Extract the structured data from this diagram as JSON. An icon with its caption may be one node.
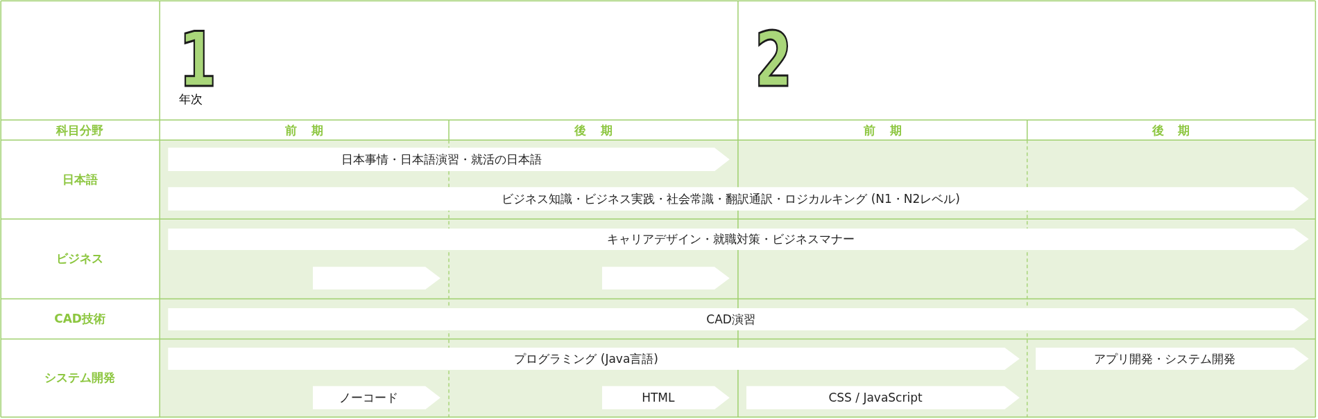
{
  "diagram": {
    "nodes": [
      {
        "text": [
          "日本事情・日本語演習・就活の日本語"
        ]
      },
      {
        "text": [
          "ビジネス知識・ビジネス実践・社会常識・翻訳通訳・ロジカルキング (N1・N2レベル)"
        ]
      },
      {
        "text": [
          "キャリアデザイン・就職対策・ビジネスマナー"
        ]
      },
      {
        "text": [],
        "shape": "bar"
      },
      {
        "text": [],
        "shape": "bar"
      },
      {
        "text": [
          "CAD演習"
        ]
      },
      {
        "text": [
          "プログラミング (Java言語)"
        ]
      },
      {
        "text": [
          "アプリ開発・システム開発"
        ]
      },
      {
        "text": [
          "ノーコード"
        ]
      },
      {
        "text": [
          "HTML"
        ]
      },
      {
        "text": [
          "CSS / JavaScript"
        ]
      }
    ],
    "labels": [
      "1",
      "年次",
      "2",
      "科目分野",
      "前期",
      "後期",
      "前期",
      "後期",
      "日本語",
      "ビジネス",
      "CAD技術",
      "システム開発"
    ]
  }
}
